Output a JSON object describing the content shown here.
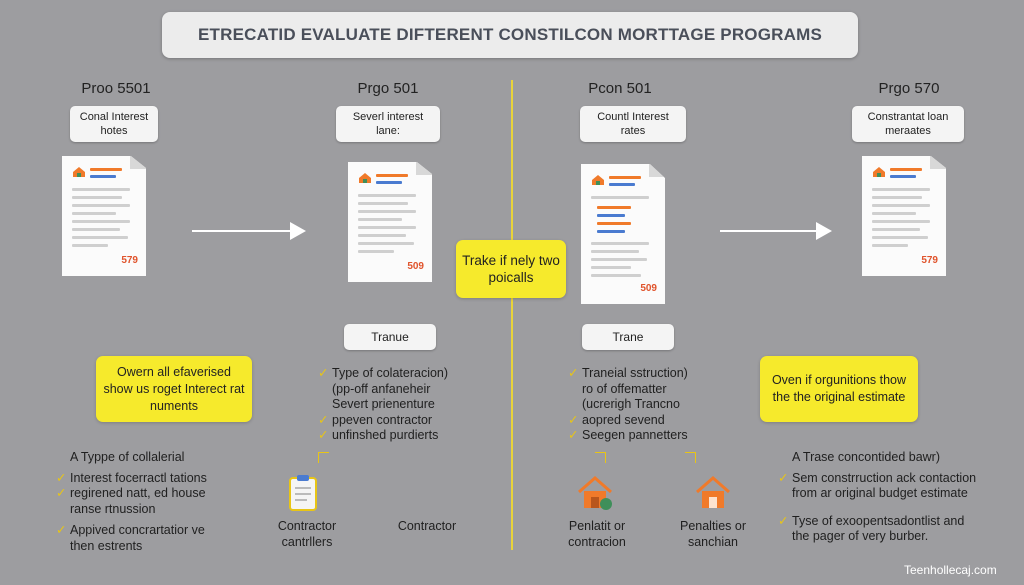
{
  "header": {
    "title": "ETRECATID EVALUATE DIFTERENT CONSTILCON MORTTAGE PROGRAMS"
  },
  "columns": [
    {
      "program": "Proo 5501",
      "pill": "Conal Interest hotes",
      "doc_number": "579"
    },
    {
      "program": "Prgo 501",
      "pill": "Severl interest lane:",
      "doc_number": "509"
    },
    {
      "program": "Pcon 501",
      "pill": "Countl Interest rates",
      "doc_number": "509"
    },
    {
      "program": "Prgo 570",
      "pill": "Constrantat loan meraates",
      "doc_number": "579"
    }
  ],
  "center_note": "Trake if nely two poicalls",
  "trane_left": "Tranue",
  "trane_right": "Trane",
  "yellow_left": "Owern all efaverised show us roget Interect rat numents",
  "yellow_right": "Oven if orgunitions thow the the original estimate",
  "list_col2": [
    "Type of colateracion)",
    "(pp-off anfaneheir",
    "Severt prienenture",
    "ppeven contractor",
    "unfinshed purdierts"
  ],
  "list_col3": [
    "Traneial sstruction)",
    "ro of offematter",
    "(ucrerigh Trancno",
    "aopred sevend",
    "Seegen pannetters"
  ],
  "left_section": {
    "heading": "A Typpe of collalerial",
    "items": [
      "Interest focerractl tations",
      "regirened natt, ed house ranse rtnussion",
      "Appived concrartatior ve then estrents"
    ]
  },
  "right_section": {
    "heading": "A Trase concontided bawr)",
    "items": [
      "Sem constrruction ack contaction from ar original budget estimate",
      "Tyse of exoopentsadontlist and the pager of very burber."
    ]
  },
  "icon_labels": {
    "contractor1": "Contractor cantrllers",
    "contractor2": "Contractor",
    "penalties1": "Penlatit or contracion",
    "penalties2": "Penalties or sanchian"
  },
  "watermark": "Teenhollecaj.com",
  "colors": {
    "accent_yellow": "#f6ea2c",
    "orange": "#f07a2a",
    "background": "#9d9da0"
  }
}
